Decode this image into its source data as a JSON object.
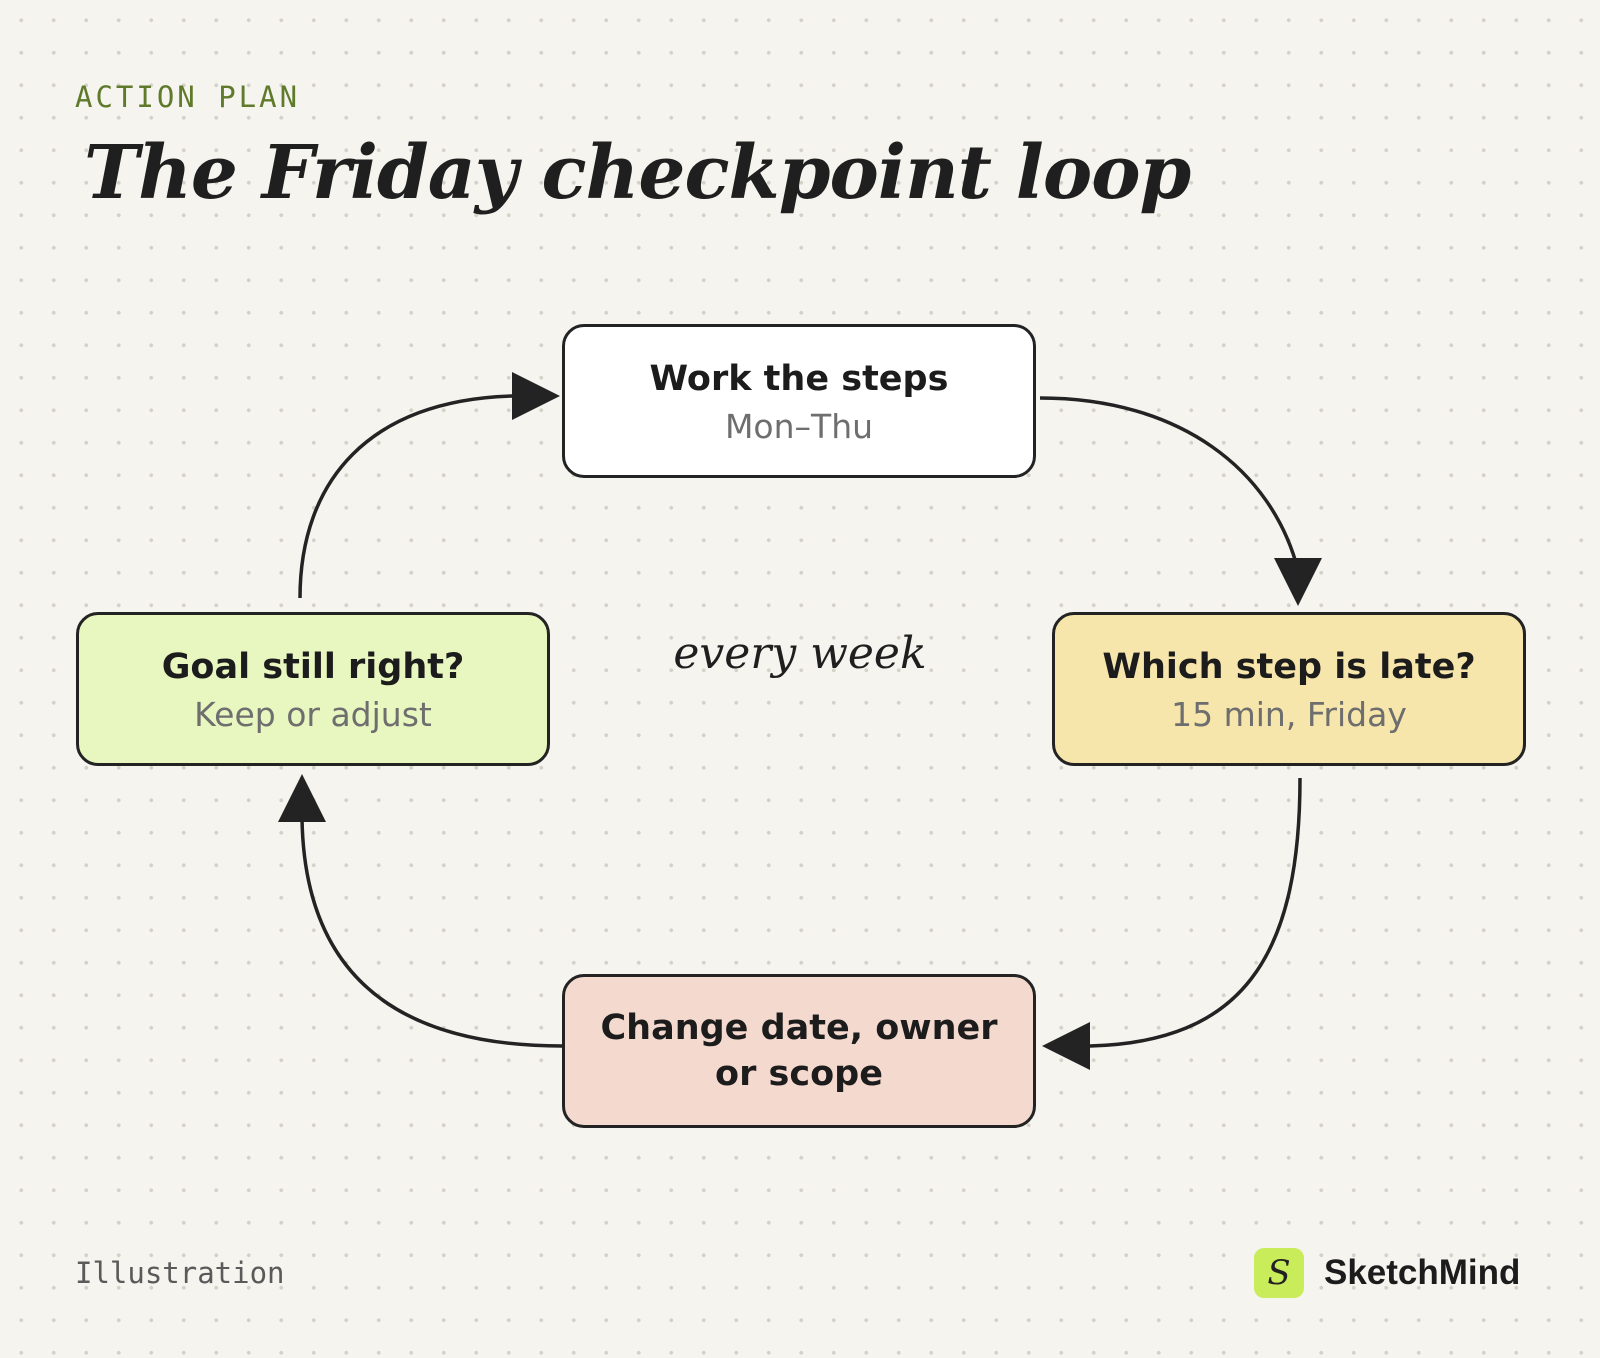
{
  "header": {
    "eyebrow": "ACTION PLAN",
    "title": "The Friday checkpoint loop"
  },
  "nodes": [
    {
      "title": "Work the steps",
      "subtitle": "Mon–Thu",
      "fill": "#ffffff"
    },
    {
      "title": "Which step is late?",
      "subtitle": "15 min, Friday",
      "fill": "#f6e6ab"
    },
    {
      "title": "Change date, owner or scope",
      "subtitle": "",
      "fill": "#f4d9cf"
    },
    {
      "title": "Goal still right?",
      "subtitle": "Keep or adjust",
      "fill": "#e8f6bf"
    }
  ],
  "edges": [
    {
      "from": 0,
      "to": 1
    },
    {
      "from": 1,
      "to": 2
    },
    {
      "from": 2,
      "to": 3
    },
    {
      "from": 3,
      "to": 0
    }
  ],
  "center_label": "every week",
  "footer": {
    "label": "Illustration",
    "brand_mark": "S",
    "brand_name": "SketchMind"
  },
  "colors": {
    "background": "#f5f4ee",
    "stroke": "#232323",
    "accent": "#5f7a2a",
    "brand_badge": "#c9ec5a"
  }
}
